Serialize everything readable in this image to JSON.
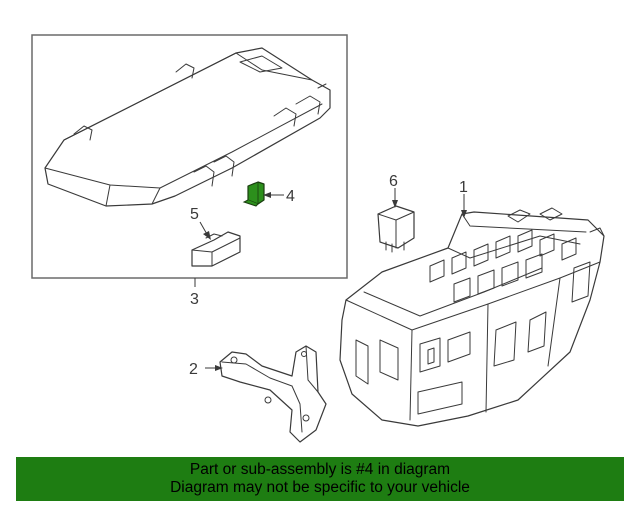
{
  "callouts": {
    "c1": "1",
    "c2": "2",
    "c3": "3",
    "c4": "4",
    "c5": "5",
    "c6": "6"
  },
  "highlight": {
    "part_number": "4",
    "color": "#1e7d12"
  },
  "banner": {
    "line1": "Part or sub-assembly is #4 in diagram",
    "line2": "Diagram may not be specific to your vehicle",
    "background_color": "#1e7d12"
  }
}
